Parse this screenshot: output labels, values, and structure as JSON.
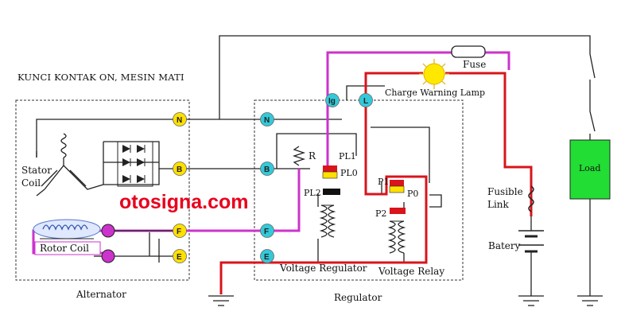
{
  "title": "KUNCI KONTAK ON, MESIN MATI",
  "watermark": "otosigna.com",
  "components": {
    "fuse": "Fuse",
    "lamp": "Charge Warning Lamp",
    "fusible_link": [
      "Fusible",
      "Link"
    ],
    "battery": "Batery",
    "load": "Load",
    "stator": [
      "Stator",
      "Coil"
    ],
    "rotor": "Rotor Coil",
    "resistor": "R",
    "alternator": "Alternator",
    "regulator": "Regulator",
    "voltage_regulator": "Voltage Regulator",
    "voltage_relay": "Voltage Relay"
  },
  "contacts": {
    "pl1": "PL1",
    "pl0": "PL0",
    "pl2": "PL2",
    "p1": "P1",
    "p0": "P0",
    "p2": "P2"
  },
  "terminals": {
    "alt": [
      "N",
      "B",
      "F",
      "E"
    ],
    "reg": [
      "N",
      "B",
      "F",
      "E"
    ],
    "lamp_side": [
      "Ig",
      "L"
    ]
  },
  "colors": {
    "red_wire": "#d8141c",
    "pink_wire": "#cc33cc",
    "terminal_yellow": "#ffe000",
    "terminal_cyan": "#33c9d9",
    "load_green": "#22dd33",
    "lamp_yellow": "#ffe800"
  }
}
